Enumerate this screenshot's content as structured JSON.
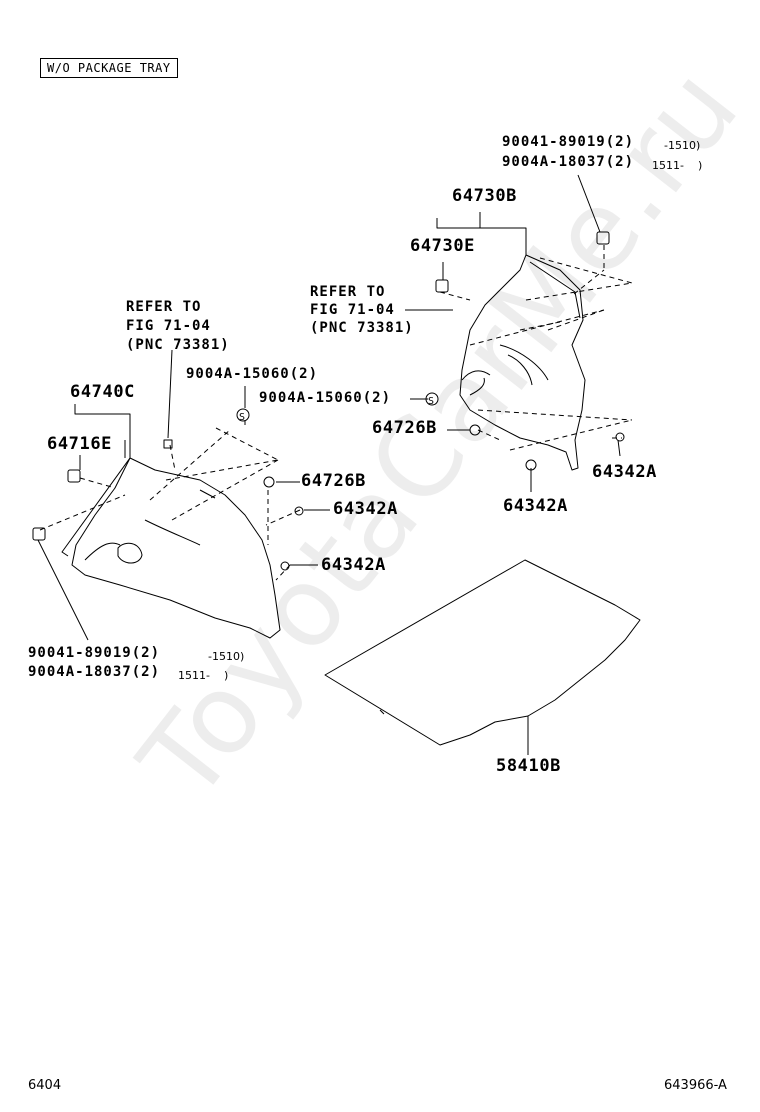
{
  "header_box": "W/O PACKAGE TRAY",
  "labels": {
    "p64730B": "64730B",
    "p64730E": "64730E",
    "p64740C": "64740C",
    "p64716E": "64716E",
    "p64726B_right": "64726B",
    "p64726B_left": "64726B",
    "p64342A_right_lower": "64342A",
    "p64342A_right_side": "64342A",
    "p64342A_left_upper": "64342A",
    "p64342A_left_lower": "64342A",
    "p58410B": "58410B"
  },
  "refer_right": [
    "REFER TO",
    "FIG 71-04",
    "(PNC 73381)"
  ],
  "refer_left": [
    "REFER TO",
    "FIG 71-04",
    "(PNC 73381)"
  ],
  "clip_right": {
    "line1": "90041-89019(2)",
    "range1": "-1510)",
    "line2": "9004A-18037(2)",
    "range2": "1511-    )"
  },
  "clip_left": {
    "line1": "90041-89019(2)",
    "range1": "-1510)",
    "line2": "9004A-18037(2)",
    "range2": "1511-    )"
  },
  "screw_right": "9004A-15060(2)",
  "screw_left": "9004A-15060(2)",
  "footer_left": "6404",
  "footer_right": "643966-A",
  "watermark": "ToyotaCarMe.ru"
}
